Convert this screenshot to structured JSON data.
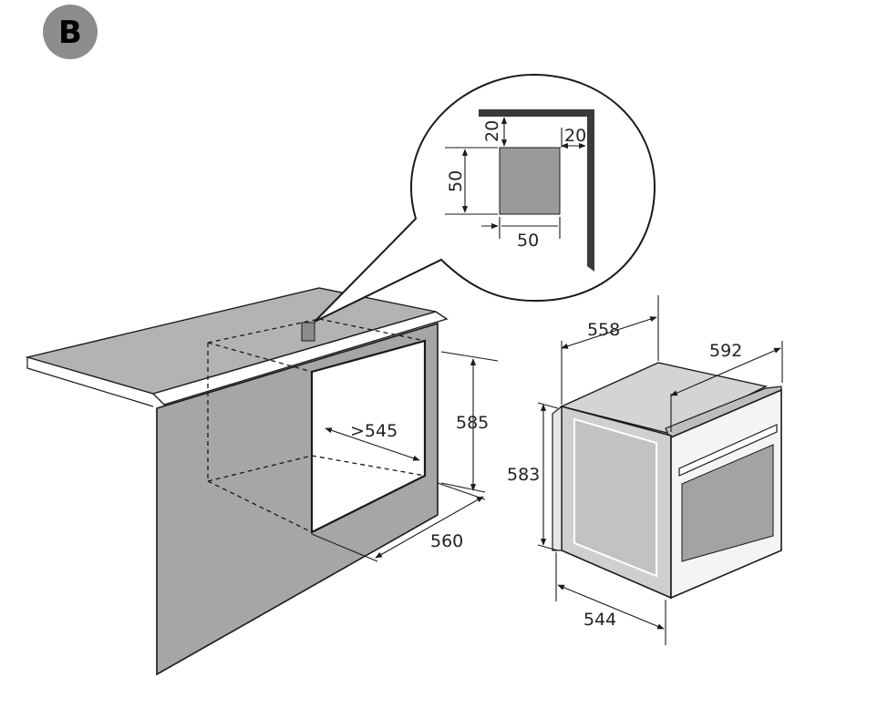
{
  "badge": {
    "label": "B"
  },
  "colors": {
    "badge_fill": "#8c8c8c",
    "worktop": "#b3b3b3",
    "cabinet": "#a6a6a6",
    "oven_top": "#d4d4d4",
    "oven_side": "#cfcfcf",
    "oven_front": "#f4f4f4",
    "oven_window": "#a3a3a3",
    "cutout": "#9a9a9a"
  },
  "detail": {
    "dim_top": "20",
    "dim_right": "20",
    "dim_height": "50",
    "dim_width": "50"
  },
  "cabinet": {
    "dim_depth_min": ">545",
    "dim_height": "585",
    "dim_width": "560"
  },
  "oven": {
    "dim_depth": "558",
    "dim_width": "592",
    "dim_height": "583",
    "dim_body_depth": "544"
  }
}
